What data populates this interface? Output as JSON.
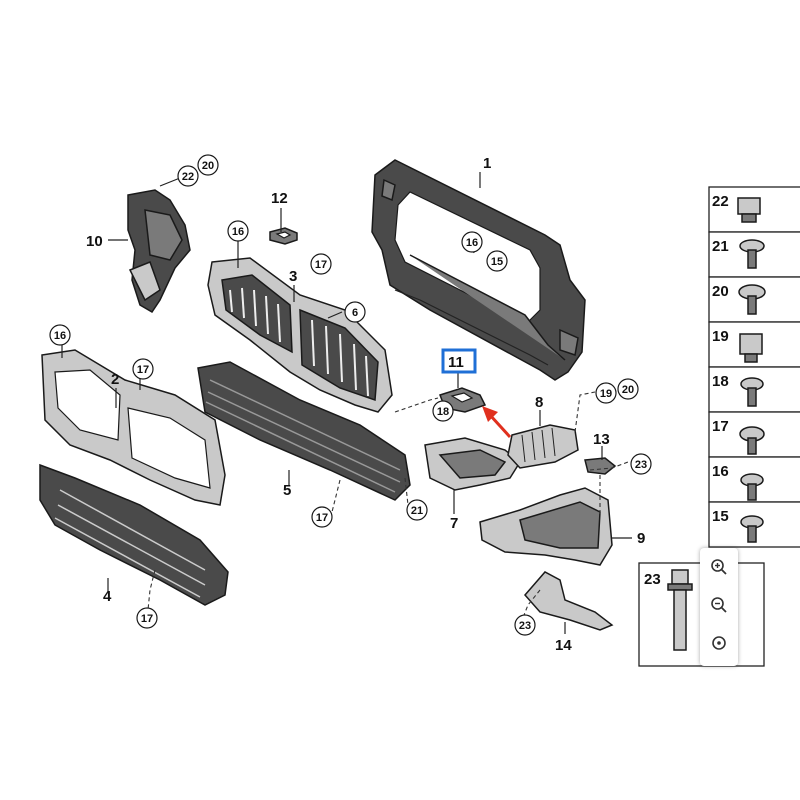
{
  "labels": {
    "p1": "1",
    "p2": "2",
    "p3": "3",
    "p4": "4",
    "p5": "5",
    "p6": "6",
    "p7": "7",
    "p8": "8",
    "p9": "9",
    "p10": "10",
    "p11": "11",
    "p12": "12",
    "p13": "13",
    "p14": "14",
    "c15": "15",
    "c16a": "16",
    "c16b": "16",
    "c16c": "16",
    "c17a": "17",
    "c17b": "17",
    "c17c": "17",
    "c17d": "17",
    "c18": "18",
    "c19": "19",
    "c20a": "20",
    "c20b": "20",
    "c21": "21",
    "c22": "22",
    "c23a": "23",
    "c23b": "23"
  },
  "fasteners": {
    "rows": [
      "22",
      "21",
      "20",
      "19",
      "18",
      "17",
      "16",
      "15"
    ],
    "bolt_label": "23"
  },
  "zoom_controls": [
    "zoom-in-icon",
    "zoom-out-icon",
    "reset-view-icon"
  ],
  "highlight_color": "#1f6fd6",
  "arrow_color": "#e0301e"
}
